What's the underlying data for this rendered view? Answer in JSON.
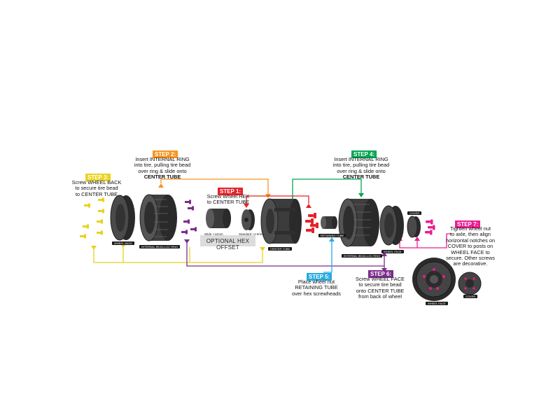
{
  "colors": {
    "step1": "#e52229",
    "step2": "#f7941d",
    "step3": "#e8d21f",
    "step4": "#00a651",
    "step5": "#27aae1",
    "step6": "#7b2c8b",
    "step7": "#ec1c8f",
    "part": "#3a3a3a"
  },
  "steps": {
    "step1": {
      "tag": "STEP 1:",
      "lines": [
        "Screw Wheel HEX",
        "to CENTER TUBE"
      ]
    },
    "step2": {
      "tag": "STEP 2:",
      "lines": [
        "Insert INTERNAL RING",
        "into tire, pulling tire bead",
        "over ring & slide onto",
        "CENTER TUBE"
      ]
    },
    "step3": {
      "tag": "STEP 3:",
      "lines": [
        "Screw WHEEL BACK",
        "to secure tire bead",
        "to CENTER TUBE"
      ]
    },
    "step4": {
      "tag": "STEP 4:",
      "lines": [
        "Insert INTERNAL RING",
        "into tire, pulling tire bead",
        "over ring & slide onto",
        "CENTER TUBE"
      ]
    },
    "step5": {
      "tag": "STEP 5:",
      "lines": [
        "Place wheel nut",
        "RETAINING TUBE",
        "over hex screwheads"
      ]
    },
    "step6": {
      "tag": "STEP 6:",
      "lines": [
        "Screw WHEEL FACE",
        "to secure tire bead",
        "onto CENTER TUBE",
        "from back of wheel"
      ]
    },
    "step7": {
      "tag": "STEP 7:",
      "lines": [
        "Tighten wheel nut",
        "to axle, then align",
        "horizontal notches on",
        "COVER to posts on",
        "WHEEL FACE to",
        "secure. Other screws",
        "are decorative."
      ]
    }
  },
  "parts": {
    "wheel_back": "WHEEL BACK",
    "ring_left": "INTERNAL BEAD-LOC RING",
    "center_tube": "CENTER TUBE",
    "retaining_tube": "RETAINING TUBE",
    "ring_right": "INTERNAL BEAD-LOC RING",
    "wheel_face": "WHEEL FACE",
    "cover": "COVER",
    "wheel_face_bottom": "WHEEL FACE",
    "cover_bottom": "COVER"
  },
  "hex": {
    "title": "OPTIONAL HEX OFFSET",
    "wide": "Wide +12mm",
    "standard": "Standard +2.5mm"
  }
}
